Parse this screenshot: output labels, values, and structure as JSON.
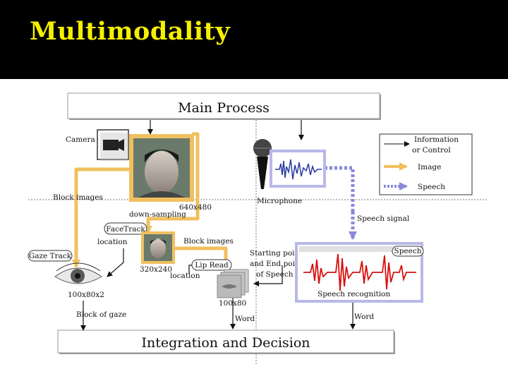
{
  "slide": {
    "title": "Multimodality"
  },
  "diagram": {
    "main_process": "Main Process",
    "integration": "Integration and Decision",
    "camera": "Camera",
    "microphone": "Microphone",
    "block_images_1": "Block images",
    "resolution_640": "640x480",
    "down_sampling": "down-sampling",
    "face_track": "FaceTrack",
    "location_1": "location",
    "block_images_2": "Block images",
    "gaze_track": "Gaze Track",
    "resolution_320": "320x240",
    "lip_read": "Lip Read",
    "location_2": "location",
    "resolution_100x80x2": "100x80x2",
    "block_of_gaze": "Block of gaze",
    "resolution_100x80": "100x80",
    "word_1": "Word",
    "speech_signal": "Speech signal",
    "starting_point": "Starting point",
    "end_point": "and End point",
    "of_speech": "of Speech",
    "speech_tag": "Speech",
    "speech_recognition": "Speech recognition",
    "word_2": "Word",
    "legend": {
      "info_line1": "Information",
      "info_line2": "or Control",
      "image": "Image",
      "speech": "Speech"
    },
    "colors": {
      "image_arrow": "#f0c060",
      "speech_arrow": "#8a8ad8",
      "waveform_blue": "#2a3aa0",
      "waveform_red": "#d81010"
    }
  }
}
